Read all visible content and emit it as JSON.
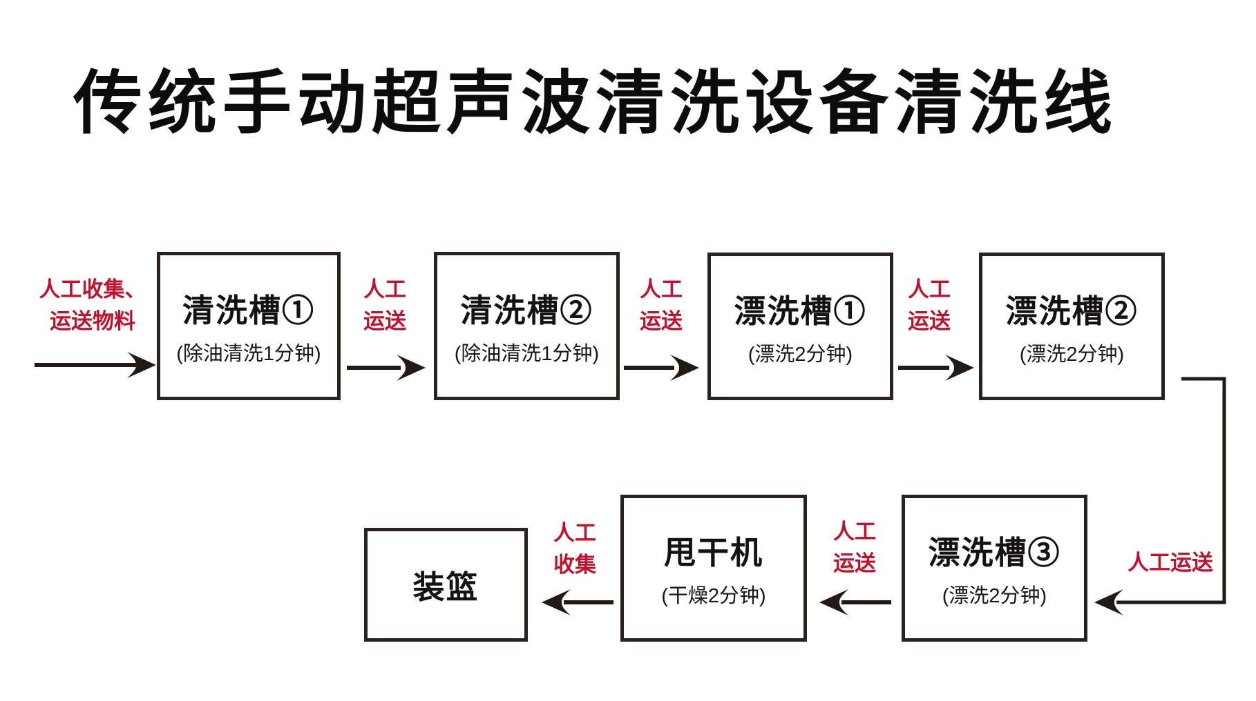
{
  "title": "传统手动超声波清洗设备清洗线",
  "colors": {
    "accent_red": "#c3102d",
    "ink_black": "#2b2220"
  },
  "nodes": [
    {
      "label": "清洗槽①",
      "sub": "(除油清洗1分钟)"
    },
    {
      "label": "清洗槽②",
      "sub": "(除油清洗1分钟)"
    },
    {
      "label": "漂洗槽①",
      "sub": "(漂洗2分钟)"
    },
    {
      "label": "漂洗槽②",
      "sub": "(漂洗2分钟)"
    },
    {
      "label": "漂洗槽③",
      "sub": "(漂洗2分钟)"
    },
    {
      "label": "甩干机",
      "sub": "(干燥2分钟)"
    },
    {
      "label": "装篮"
    }
  ],
  "edge_labels": [
    {
      "lines": [
        "人工收集、",
        "运送物料"
      ]
    },
    {
      "lines": [
        "人工",
        "运送"
      ]
    },
    {
      "lines": [
        "人工",
        "运送"
      ]
    },
    {
      "lines": [
        "人工",
        "运送"
      ]
    },
    {
      "lines": [
        "人工运送"
      ]
    },
    {
      "lines": [
        "人工",
        "运送"
      ]
    },
    {
      "lines": [
        "人工",
        "收集"
      ]
    }
  ]
}
